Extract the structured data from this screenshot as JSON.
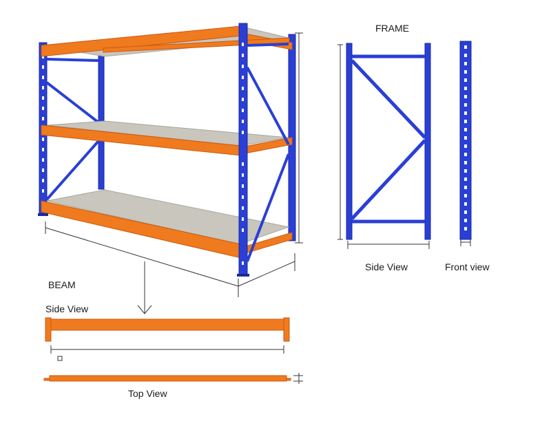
{
  "frame": {
    "title": "FRAME",
    "side_view_label": "Side View",
    "front_view_label": "Front view"
  },
  "beam": {
    "title": "BEAM",
    "side_view_label": "Side View",
    "top_view_label": "Top View"
  },
  "colors": {
    "upright_blue": "#2a3fd6",
    "upright_blue_dark": "#1a2a9a",
    "beam_orange": "#f07a1e",
    "beam_orange_dark": "#c95a10",
    "deck_grey": "#c9c6bd",
    "deck_grey_dark": "#a8a59c",
    "dimension_line": "#333333"
  }
}
